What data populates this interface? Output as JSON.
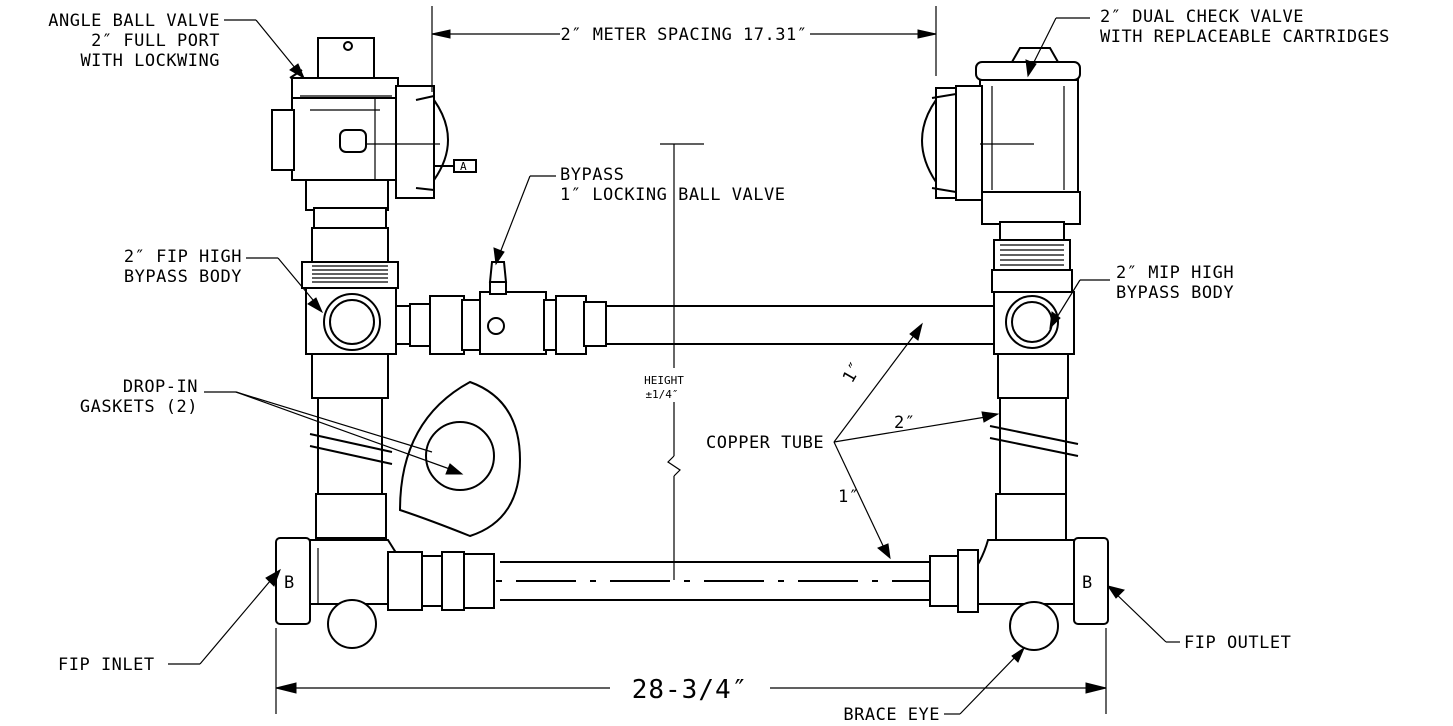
{
  "labels": {
    "angle_valve": [
      "ANGLE BALL VALVE",
      "2″ FULL PORT",
      "WITH LOCKWING"
    ],
    "meter_spacing": "2″ METER SPACING 17.31″",
    "dual_check": [
      "2″ DUAL CHECK VALVE",
      "WITH REPLACEABLE CARTRIDGES"
    ],
    "bypass": [
      "BYPASS",
      "1″ LOCKING BALL VALVE"
    ],
    "fip_body": [
      "2″ FIP HIGH",
      "BYPASS BODY"
    ],
    "mip_body": [
      "2″ MIP HIGH",
      "BYPASS BODY"
    ],
    "gaskets": [
      "DROP-IN",
      "GASKETS (2)"
    ],
    "height": [
      "HEIGHT",
      "±1/4″"
    ],
    "copper_tube": "COPPER TUBE",
    "tube_2in": "2″",
    "tube_1in": "1″",
    "tube_1in_upper": "1″",
    "fip_inlet": "FIP INLET",
    "fip_outlet": "FIP OUTLET",
    "overall_width": "28-3/4″",
    "brace_eye": "BRACE EYE",
    "datum": "A",
    "union_mark": "B"
  },
  "colors": {
    "line": "#000000",
    "background": "#ffffff"
  }
}
